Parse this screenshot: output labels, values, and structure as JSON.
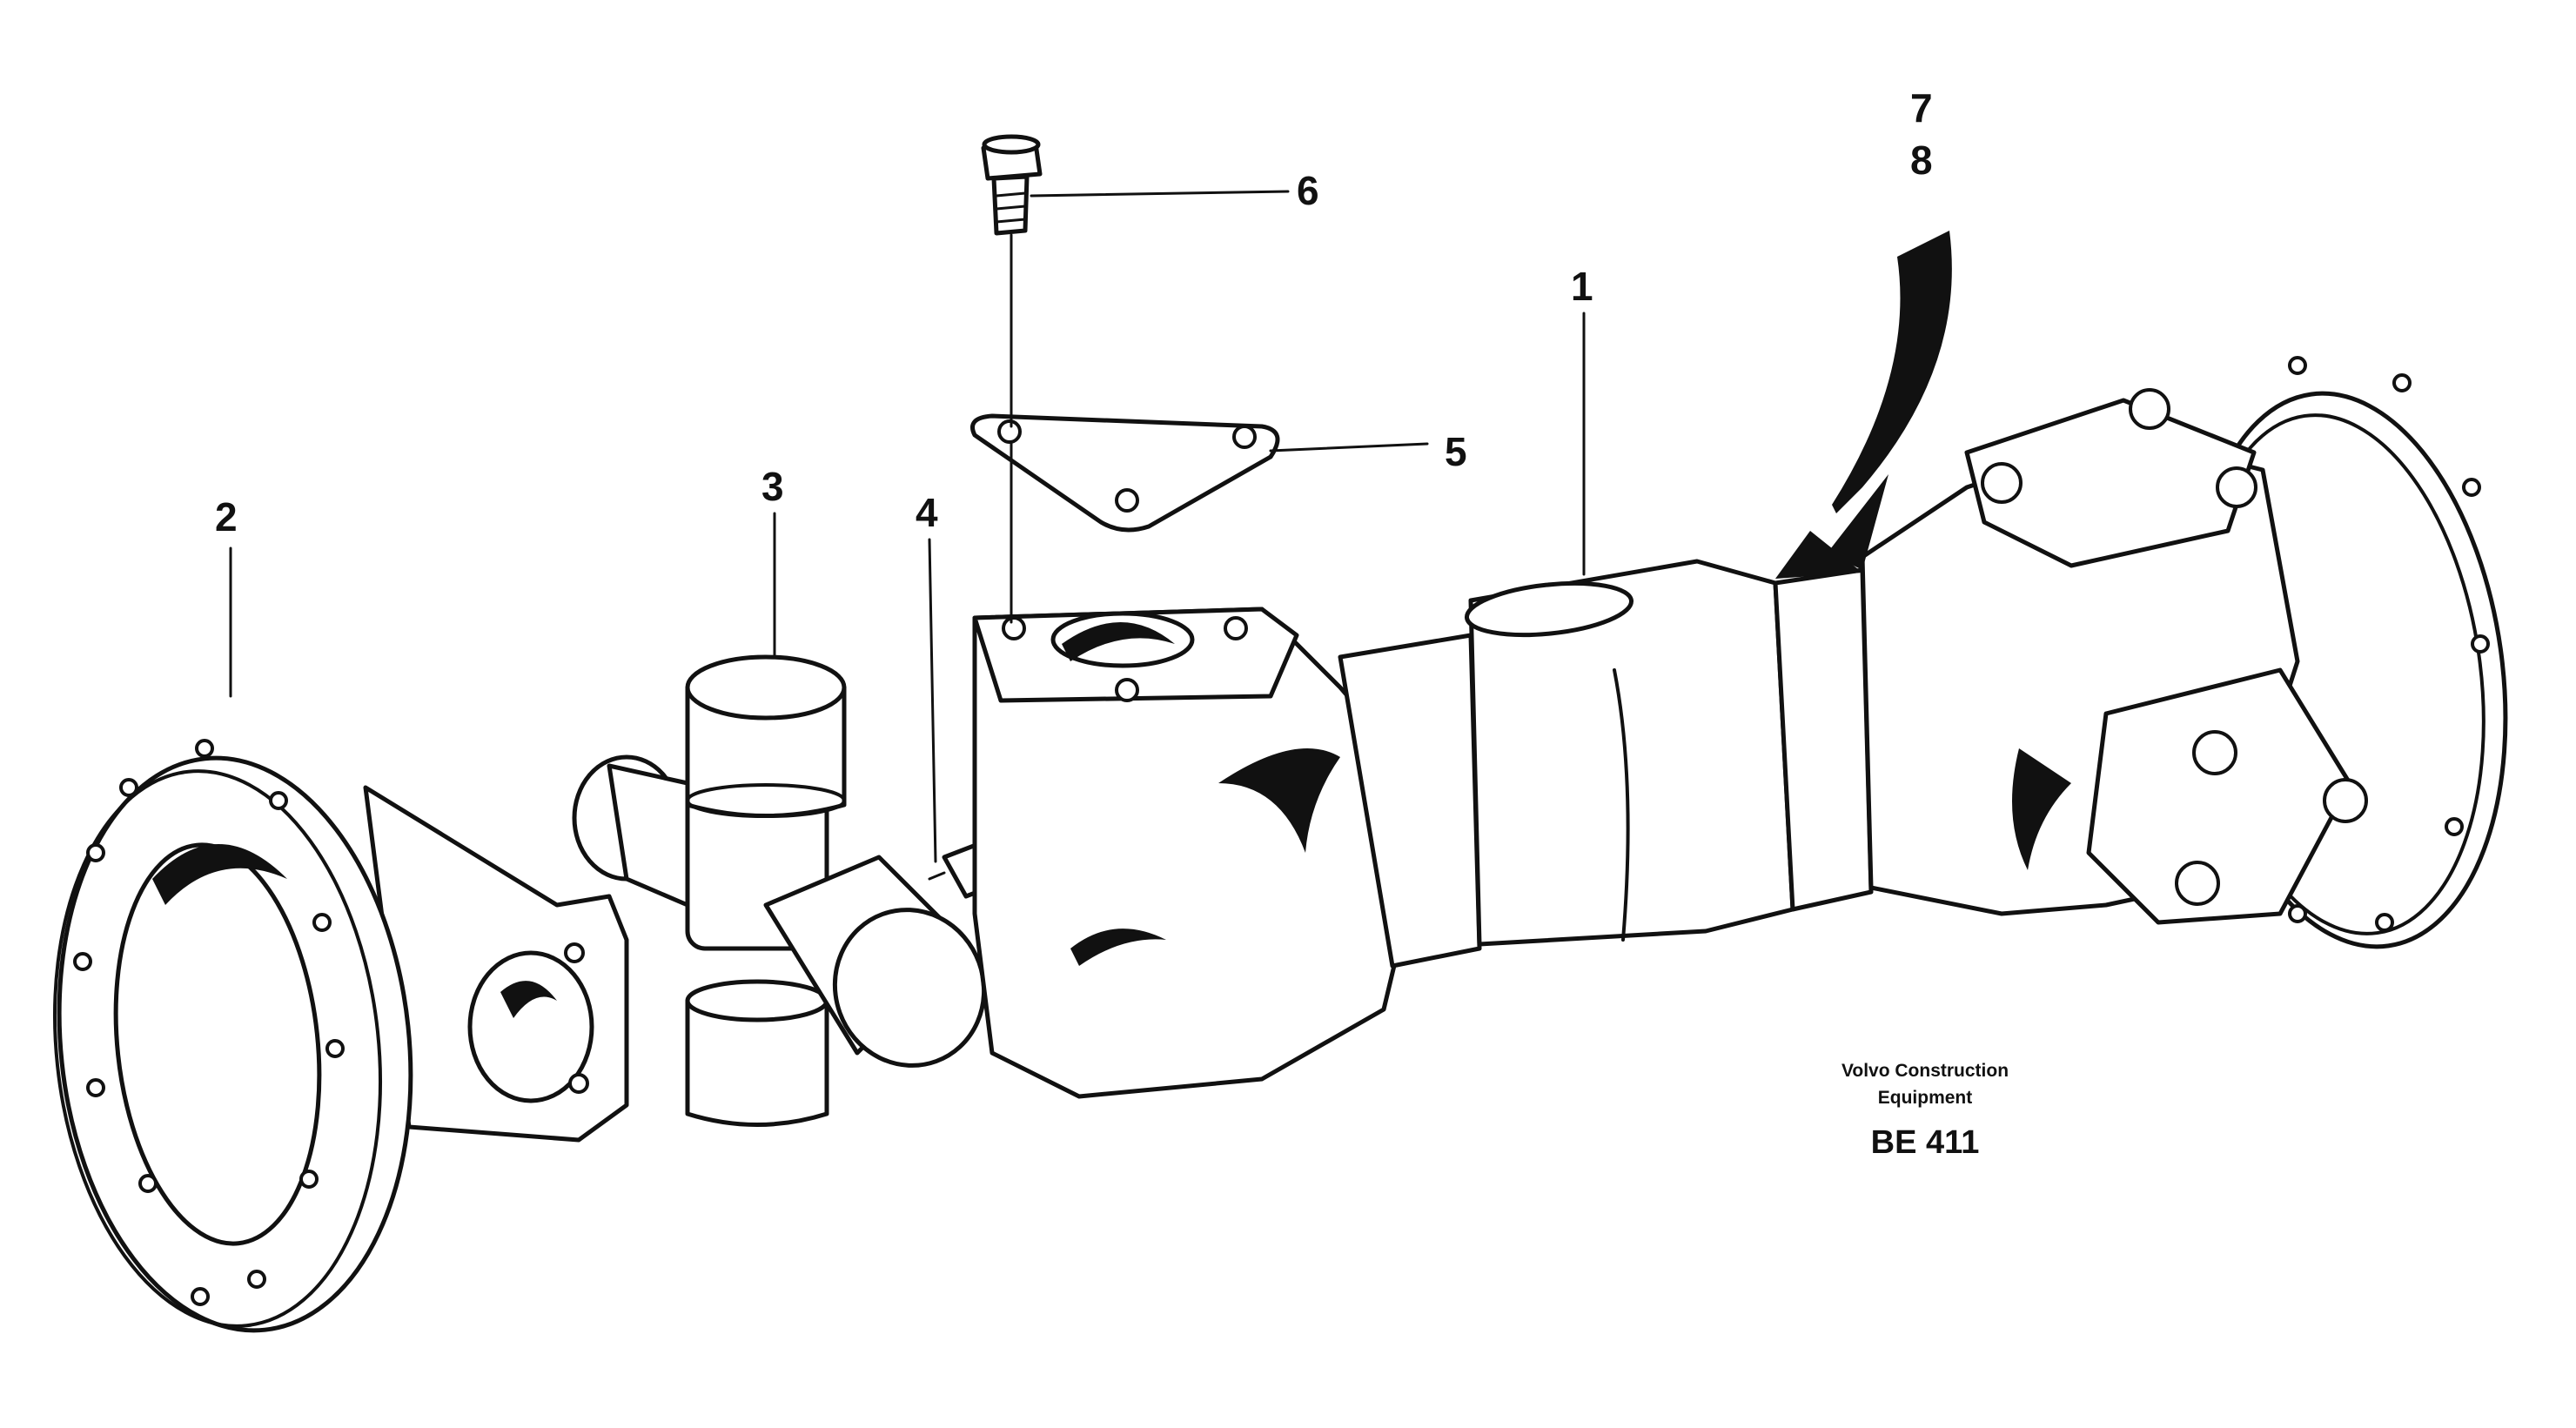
{
  "callouts": [
    {
      "id": "1",
      "label": "1"
    },
    {
      "id": "2",
      "label": "2"
    },
    {
      "id": "3",
      "label": "3"
    },
    {
      "id": "4",
      "label": "4"
    },
    {
      "id": "5",
      "label": "5"
    },
    {
      "id": "6",
      "label": "6"
    },
    {
      "id": "7",
      "label": "7"
    },
    {
      "id": "8",
      "label": "8"
    }
  ],
  "caption": {
    "line1": "Volvo Construction",
    "line2": "Equipment",
    "code": "BE 411"
  }
}
